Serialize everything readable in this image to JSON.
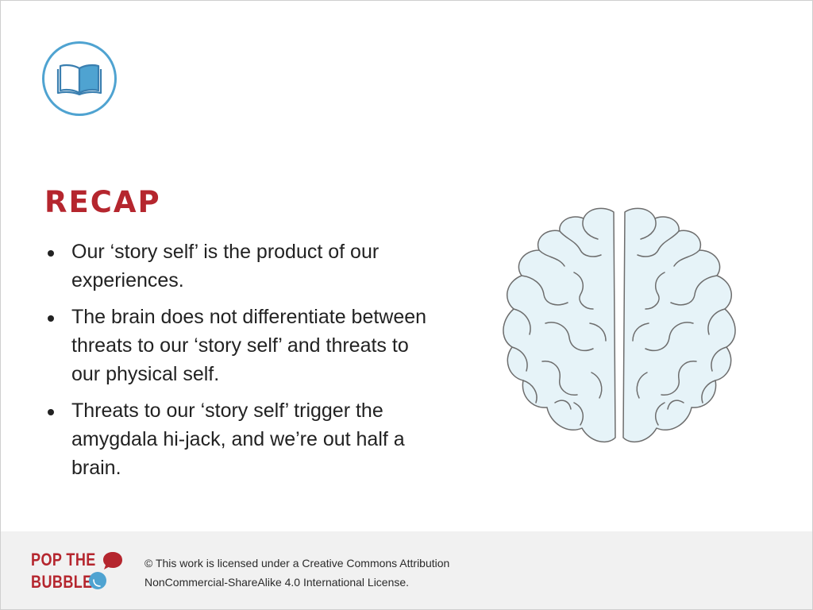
{
  "slide": {
    "title": "RECAP",
    "bullets": [
      {
        "lines": [
          "Our ‘story self’ is the product of our",
          "experiences."
        ]
      },
      {
        "lines": [
          "The brain does not differentiate between",
          "threats to our ‘story self’ and threats to",
          "our physical self."
        ]
      },
      {
        "lines": [
          "Threats to our ‘story self’ trigger the",
          "amygdala hi-jack, and we’re out half a",
          "brain."
        ]
      }
    ]
  },
  "footer": {
    "logo": {
      "line1": "POP THE",
      "line2": "BUBBLE"
    },
    "license_line1": "© This work is licensed under a Creative Commons Attribution",
    "license_line2": "NonCommercial-ShareAlike 4.0 International License."
  },
  "icons": {
    "badge": "open-book-icon",
    "illustration": "brain-icon",
    "logo_marks": [
      "red-speech-bubble-icon",
      "blue-speech-bubble-icon"
    ]
  },
  "colors": {
    "accent_red": "#b5262e",
    "accent_blue": "#4fa3d1",
    "brain_fill": "#e6f3f8",
    "footer_bg": "#f1f1f1"
  }
}
